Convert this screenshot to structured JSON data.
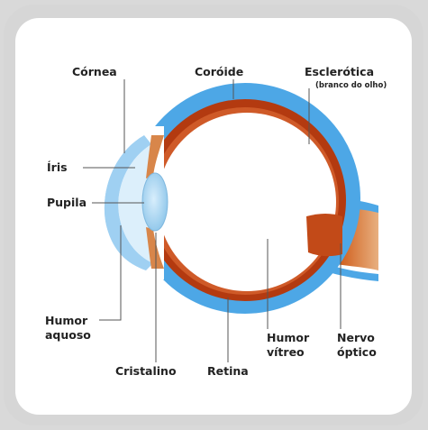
{
  "colors": {
    "background": "#d6d6d6",
    "card": "#ffffff",
    "sclera_blue": "#4da7e6",
    "choroid_red": "#b23a0f",
    "vitreous": "#ffffff",
    "nerve": "#c8501c",
    "lens": "#a9d6f2"
  },
  "labels": {
    "cornea": "Córnea",
    "choroid": "Coróide",
    "sclera": "Esclerótica",
    "sclera_note": "(branco do olho)",
    "iris": "Íris",
    "pupil": "Pupila",
    "aqueous_line1": "Humor",
    "aqueous_line2": "aquoso",
    "lens": "Cristalino",
    "retina": "Retina",
    "vitreous_line1": "Humor",
    "vitreous_line2": "vítreo",
    "nerve_line1": "Nervo",
    "nerve_line2": "óptico"
  }
}
